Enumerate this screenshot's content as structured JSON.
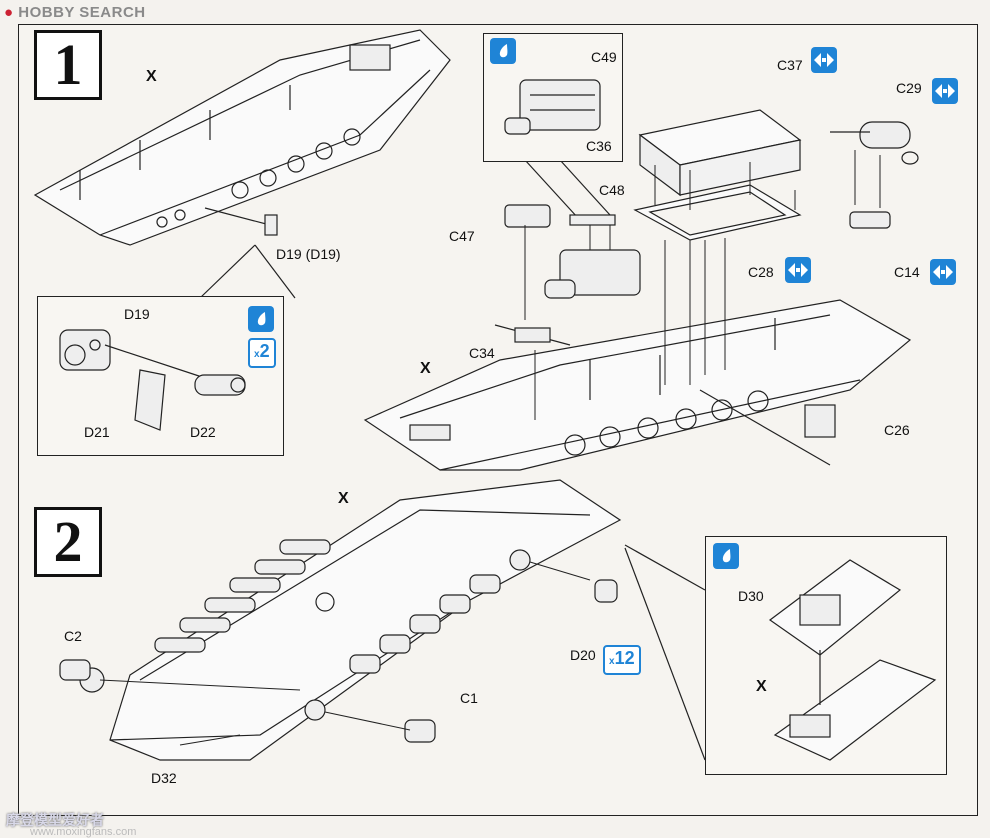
{
  "header": {
    "logo_text": "HOBBY SEARCH"
  },
  "footer": {
    "watermark": "摩登模型爱好者",
    "url": "www.moxingfans.com"
  },
  "steps": [
    {
      "number": "1"
    },
    {
      "number": "2"
    }
  ],
  "step1": {
    "part_x_top": "X",
    "part_x_main": "X",
    "d19_main": "D19 (D19)",
    "inset_left": {
      "d19": "D19",
      "d21": "D21",
      "d22": "D22",
      "multiplier": "2"
    },
    "inset_engine": {
      "c49": "C49",
      "c36": "C36"
    },
    "c37": "C37",
    "c29": "C29",
    "c48": "C48",
    "c47": "C47",
    "c28": "C28",
    "c14": "C14",
    "c34": "C34",
    "c26": "C26"
  },
  "step2": {
    "part_x": "X",
    "c2": "C2",
    "c1": "C1",
    "d32": "D32",
    "d20": "D20",
    "d20_multiplier": "12",
    "inset_right": {
      "d30": "D30",
      "x": "X"
    }
  },
  "icons": {
    "glue": "glue-drop-icon",
    "both_sides": "left-right-arrows-icon"
  },
  "colors": {
    "accent_blue": "#1f84d6",
    "line": "#222222",
    "paper": "#f6f4f0"
  }
}
